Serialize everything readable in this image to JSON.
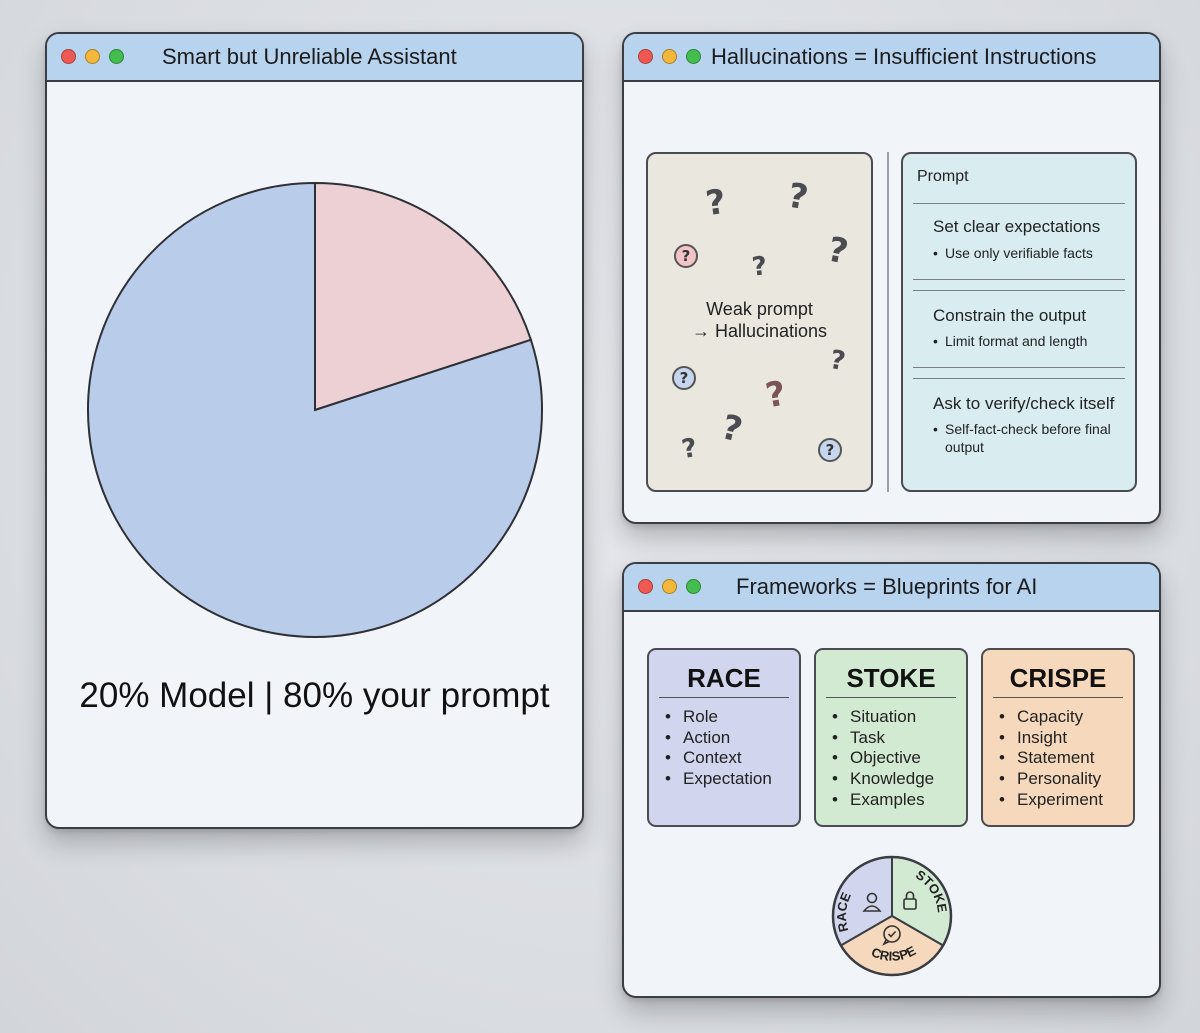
{
  "windows": {
    "pie": {
      "title": "Smart but Unreliable Assistant",
      "caption": "20% Model | 80% your prompt"
    },
    "hallucinations": {
      "title": "Hallucinations = Insufficient Instructions",
      "weak_prompt": {
        "line1": "Weak prompt",
        "line2": "→ Hallucinations",
        "question_glyph": "?"
      },
      "prompt_panel": {
        "heading": "Prompt",
        "sections": [
          {
            "title": "Set clear expectations",
            "bullets": [
              "Use only verifiable facts"
            ]
          },
          {
            "title": "Constrain the output",
            "bullets": [
              "Limit format and length"
            ]
          },
          {
            "title": "Ask to verify/check itself",
            "bullets": [
              "Self-fact-check before final output"
            ]
          }
        ]
      }
    },
    "frameworks": {
      "title": "Frameworks = Blueprints for AI",
      "cards": [
        {
          "name": "RACE",
          "items": [
            "Role",
            "Action",
            "Context",
            "Expectation"
          ],
          "color": "#d1d5ee"
        },
        {
          "name": "STOKE",
          "items": [
            "Situation",
            "Task",
            "Objective",
            "Knowledge",
            "Examples"
          ],
          "color": "#d2e9d2"
        },
        {
          "name": "CRISPE",
          "items": [
            "Capacity",
            "Insight",
            "Statement",
            "Personality",
            "Experiment"
          ],
          "color": "#f6d9bd"
        }
      ],
      "badge": {
        "segments": [
          {
            "label": "RACE",
            "icon": "person-icon",
            "color": "#d1d5ee"
          },
          {
            "label": "STOKE",
            "icon": "lock-icon",
            "color": "#d2e9d2"
          },
          {
            "label": "CRISPE",
            "icon": "chat-check-icon",
            "color": "#f6d9bd"
          }
        ]
      }
    }
  },
  "chart_data": {
    "type": "pie",
    "slices": [
      {
        "label": "Model",
        "value": 20,
        "color": "#ecd0d4"
      },
      {
        "label": "your prompt",
        "value": 80,
        "color": "#b9cdeb"
      }
    ],
    "start_angle_deg": 0,
    "direction": "clockwise-from-top"
  }
}
